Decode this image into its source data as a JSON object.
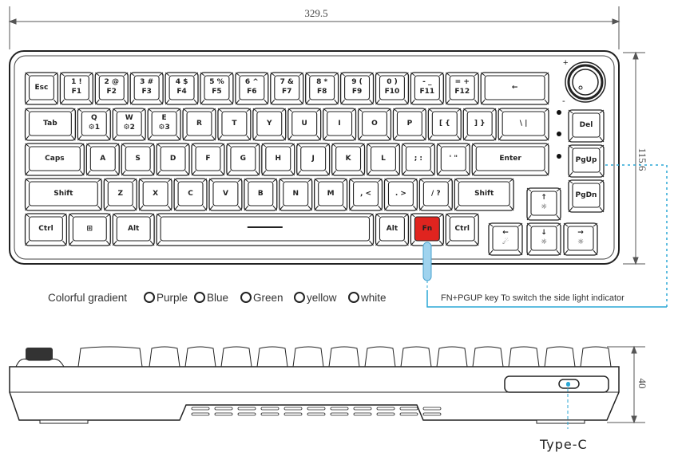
{
  "dimensions": {
    "width": "329.5",
    "depth": "115.6",
    "height": "40"
  },
  "keyboard": {
    "rows": [
      [
        [
          "Esc"
        ],
        [
          "1 !",
          "F1"
        ],
        [
          "2 @",
          "F2"
        ],
        [
          "3 #",
          "F3"
        ],
        [
          "4 $",
          "F4"
        ],
        [
          "5 %",
          "F5"
        ],
        [
          "6 ^",
          "F6"
        ],
        [
          "7 &",
          "F7"
        ],
        [
          "8 *",
          "F8"
        ],
        [
          "9 (",
          "F9"
        ],
        [
          "0 )",
          "F10"
        ],
        [
          "- _",
          "F11"
        ],
        [
          "= +",
          "F12"
        ],
        [
          "←"
        ]
      ],
      [
        [
          "Tab"
        ],
        [
          "Q",
          "⚙1"
        ],
        [
          "W",
          "⚙2"
        ],
        [
          "E",
          "⚙3"
        ],
        [
          "R"
        ],
        [
          "T"
        ],
        [
          "Y"
        ],
        [
          "U"
        ],
        [
          "I"
        ],
        [
          "O"
        ],
        [
          "P"
        ],
        [
          "[ {"
        ],
        [
          "] }"
        ],
        [
          "\\ |"
        ]
      ],
      [
        [
          "Caps"
        ],
        [
          "A"
        ],
        [
          "S"
        ],
        [
          "D"
        ],
        [
          "F"
        ],
        [
          "G"
        ],
        [
          "H"
        ],
        [
          "J"
        ],
        [
          "K"
        ],
        [
          "L"
        ],
        [
          "; :"
        ],
        [
          "' \""
        ],
        [
          "Enter"
        ]
      ],
      [
        [
          "Shift"
        ],
        [
          "Z"
        ],
        [
          "X"
        ],
        [
          "C"
        ],
        [
          "V"
        ],
        [
          "B"
        ],
        [
          "N"
        ],
        [
          "M"
        ],
        [
          ", <"
        ],
        [
          ". >"
        ],
        [
          "/ ?"
        ],
        [
          "Shift"
        ]
      ],
      [
        [
          "Ctrl"
        ],
        [
          "⊞"
        ],
        [
          "Alt"
        ],
        [
          "—"
        ],
        [
          "Alt"
        ],
        [
          "Fn"
        ],
        [
          "Ctrl"
        ]
      ]
    ],
    "right_column": [
      [
        "Del"
      ],
      [
        "PgUp"
      ],
      [
        "PgDn"
      ]
    ],
    "arrows": {
      "up": [
        "↑",
        "☼"
      ],
      "left": [
        "←",
        "☄"
      ],
      "down": [
        "↓",
        "☼"
      ],
      "right": [
        "→",
        "☼"
      ]
    },
    "highlight_key": "Fn",
    "highlight_color": "#e0241f",
    "knob": {
      "plus": "+",
      "minus": "-"
    }
  },
  "legend": {
    "intro": "Colorful gradient",
    "options": [
      "Purple",
      "Blue",
      "Green",
      "yellow",
      "white"
    ]
  },
  "callout": {
    "text": "FN+PGUP key To switch the side light indicator",
    "color": "#2aa7d6"
  },
  "side_view": {
    "port_label": "Type-C"
  }
}
